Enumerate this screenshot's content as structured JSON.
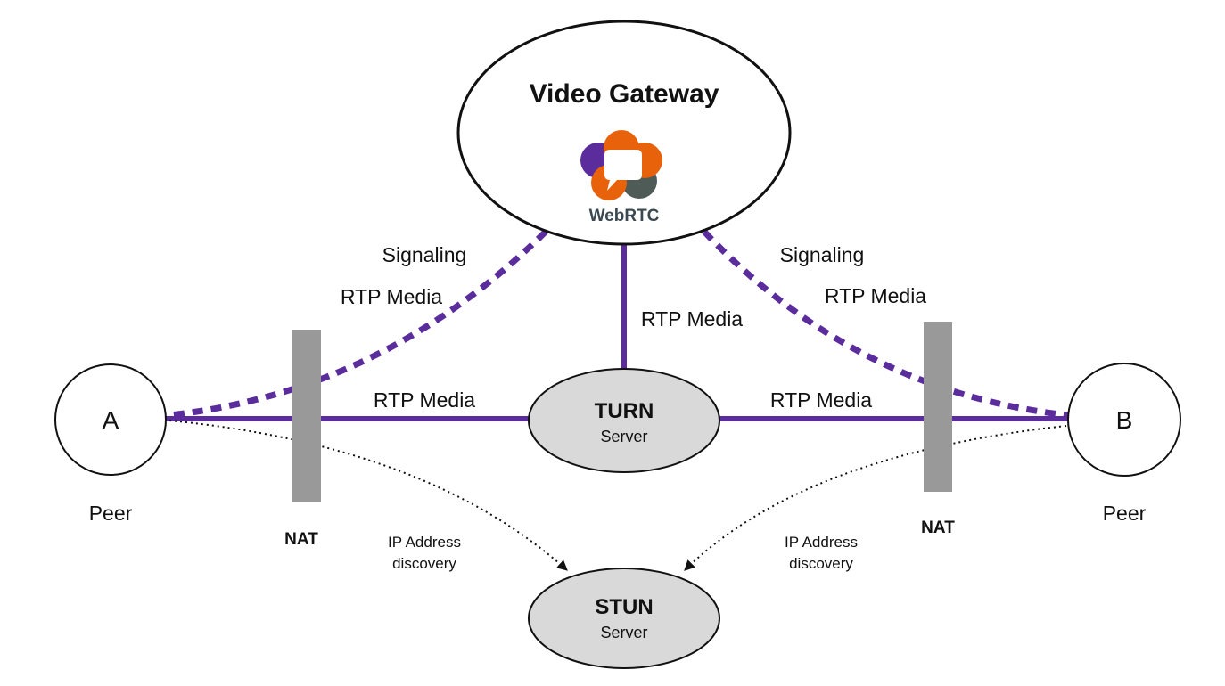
{
  "colors": {
    "link": "#5b2d9c",
    "nat": "#999999",
    "server_fill": "#d9d9d9",
    "webrtc_orange": "#e8620c",
    "webrtc_purple": "#5b2d9c",
    "webrtc_gray": "#4f5b57",
    "logo_text": "#3b4a52"
  },
  "nodes": {
    "gateway": {
      "title": "Video Gateway",
      "logo_text": "WebRTC"
    },
    "peer_a": {
      "letter": "A",
      "caption": "Peer"
    },
    "peer_b": {
      "letter": "B",
      "caption": "Peer"
    },
    "turn": {
      "title": "TURN",
      "subtitle": "Server"
    },
    "stun": {
      "title": "STUN",
      "subtitle": "Server"
    },
    "nat_left": {
      "label": "NAT"
    },
    "nat_right": {
      "label": "NAT"
    }
  },
  "labels": {
    "left_signaling": "Signaling",
    "left_rtp_dashed": "RTP Media",
    "right_signaling": "Signaling",
    "right_rtp_dashed": "RTP Media",
    "gateway_turn_rtp": "RTP Media",
    "left_rtp": "RTP Media",
    "right_rtp": "RTP Media",
    "left_discovery_1": "IP Address",
    "left_discovery_2": "discovery",
    "right_discovery_1": "IP Address",
    "right_discovery_2": "discovery"
  }
}
